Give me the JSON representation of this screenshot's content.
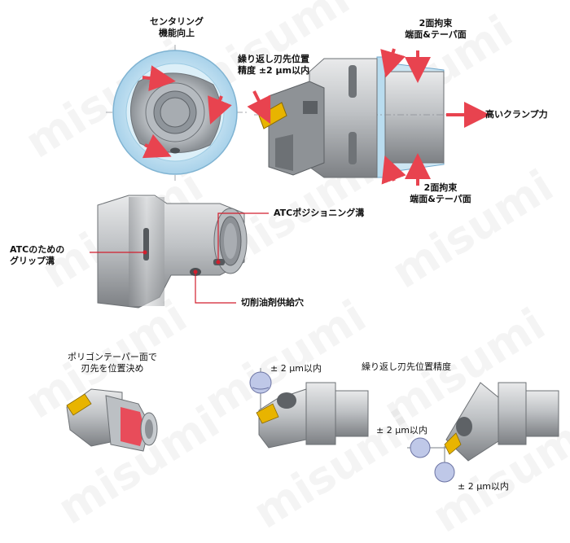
{
  "watermark": "misumi",
  "labels": {
    "centering_1": "センタリング",
    "centering_2": "機能向上",
    "face_top_1": "2面拘束",
    "face_top_2": "端面&テーパ面",
    "repeat_1": "繰り返し刃先位置",
    "repeat_2": "精度 ±2 μm以内",
    "clamp": "高いクランプ力",
    "face_bot_1": "2面拘束",
    "face_bot_2": "端面&テーパ面",
    "atc_pos": "ATCポジショニング溝",
    "grip_1": "ATCのための",
    "grip_2": "グリップ溝",
    "coolant": "切削油剤供給穴",
    "polygon_1": "ポリゴンテーパー面で",
    "polygon_2": "刃先を位置決め",
    "tol_a": "± 2 μm以内",
    "precision_title": "繰り返し刃先位置精度",
    "tol_b": "± 2 μm以内",
    "tol_c": "± 2 μm以内"
  },
  "colors": {
    "arrow": "#e8434f",
    "leader": "#d21e2d",
    "blue_face": "#b9dcef",
    "insert": "#e8b400",
    "metal": "#9ea1a4"
  }
}
